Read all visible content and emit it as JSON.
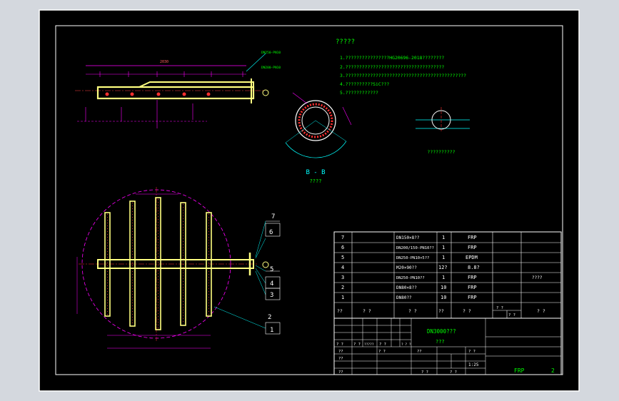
{
  "colors": {
    "background": "#d4d8de",
    "paper": "#000000",
    "border": "#ffffff",
    "frame_cyan": "#00ffff",
    "text_green": "#00ff00",
    "dim_magenta": "#ff00ff",
    "part_yellow": "#ffff80",
    "note_yellow": "#ffff00",
    "hatch_red": "#ff3030",
    "table_white": "#ffffff"
  },
  "notes": {
    "title": "?????",
    "lines": [
      "1.????????????????HG20696-2018????????",
      "2.????????????????????????????????????",
      "3.????????????????????????????????????????????",
      "4.??????????SiC???",
      "5.????????????"
    ]
  },
  "views": {
    "section_label": "B - B",
    "section_sub": "????",
    "detail_label": "??????????"
  },
  "callouts": [
    "7",
    "6",
    "5",
    "4",
    "3",
    "2",
    "1"
  ],
  "bom": {
    "rows": [
      {
        "no": "7",
        "name": "DN150×8??",
        "qty": "1",
        "material": "FRP",
        "note": ""
      },
      {
        "no": "6",
        "name": "DN200/150-PN10??",
        "qty": "1",
        "material": "FRP",
        "note": ""
      },
      {
        "no": "5",
        "name": "DN250-PN10×5??",
        "qty": "1",
        "material": "EPDM",
        "note": ""
      },
      {
        "no": "4",
        "name": "M20×90??",
        "qty": "12?",
        "material": "8.8?",
        "note": ""
      },
      {
        "no": "3",
        "name": "DN250-PN10??",
        "qty": "1",
        "material": "FRP",
        "note": "????"
      },
      {
        "no": "2",
        "name": "DN80×8??",
        "qty": "10",
        "material": "FRP",
        "note": ""
      },
      {
        "no": "1",
        "name": "DN80??",
        "qty": "10",
        "material": "FRP",
        "note": ""
      }
    ],
    "header": {
      "no": "??",
      "code": "? ?",
      "name": "? ?",
      "qty": "??",
      "material": "? ?",
      "unit_weight": "? ?",
      "total_weight": "? ?",
      "note": "? ?"
    }
  },
  "title_block": {
    "drawing_name": "DN3000???",
    "drawing_sub": "???",
    "material": "FRP",
    "sheet": "2",
    "scale": "1:25",
    "labels": [
      "? ?",
      "? ?",
      "?????",
      "? ?",
      "? ? ?",
      "??",
      "? ?",
      "??",
      "? ?",
      "??",
      "??",
      "? ?",
      "? ?"
    ]
  }
}
